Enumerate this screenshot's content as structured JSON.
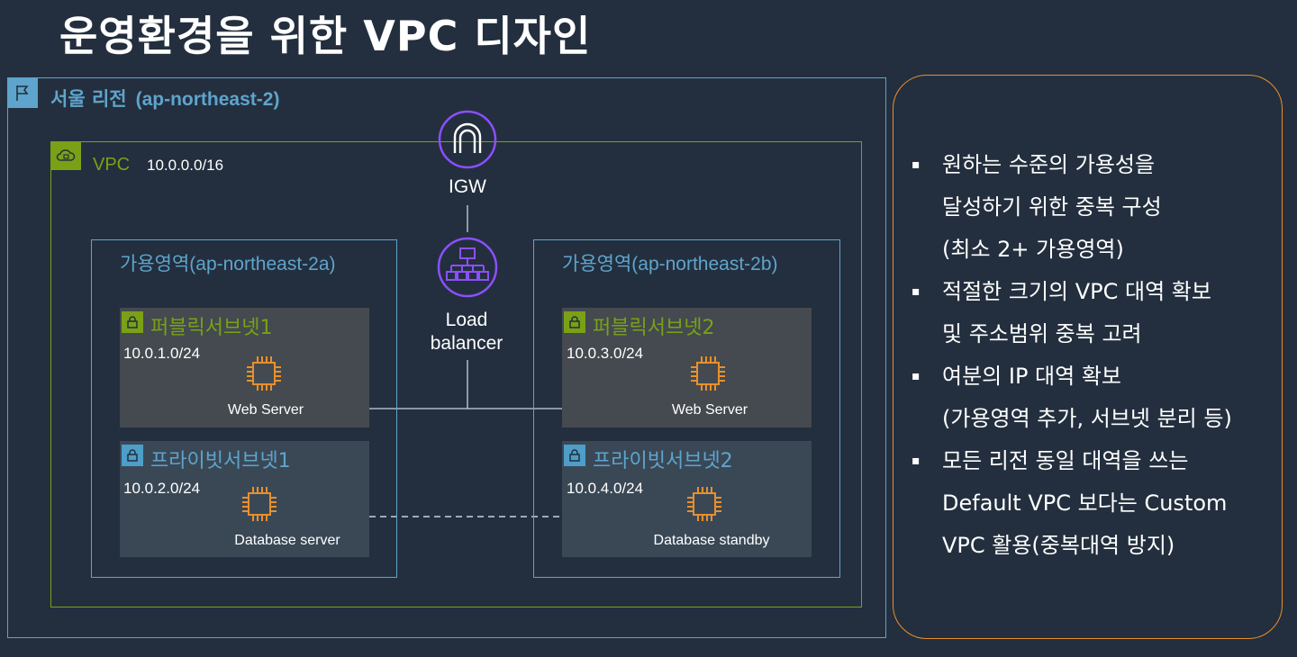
{
  "title": "운영환경을 위한 VPC 디자인",
  "region": {
    "name": "서울 리전",
    "code": "(ap-northeast-2)",
    "icon": "flag-icon"
  },
  "vpc": {
    "label": "VPC",
    "cidr": "10.0.0.0/16",
    "icon": "cloud-lock-icon"
  },
  "igw": {
    "label": "IGW",
    "icon": "internet-gateway-icon"
  },
  "load_balancer": {
    "line1": "Load",
    "line2": "balancer",
    "icon": "load-balancer-icon"
  },
  "zones": [
    {
      "name": "가용영역",
      "code": "(ap-northeast-2a)",
      "public_subnet": {
        "name": "퍼블릭서브넷1",
        "cidr": "10.0.1.0/24",
        "instance": "Web Server"
      },
      "private_subnet": {
        "name": "프라이빗서브넷1",
        "cidr": "10.0.2.0/24",
        "instance": "Database server"
      }
    },
    {
      "name": "가용영역",
      "code": "(ap-northeast-2b)",
      "public_subnet": {
        "name": "퍼블릭서브넷2",
        "cidr": "10.0.3.0/24",
        "instance": "Web Server"
      },
      "private_subnet": {
        "name": "프라이빗서브넷2",
        "cidr": "10.0.4.0/24",
        "instance": "Database standby"
      }
    }
  ],
  "notes": [
    [
      "원하는 수준의 가용성을",
      "달성하기 위한 중복 구성",
      "(최소 2+ 가용영역)"
    ],
    [
      "적절한 크기의 VPC 대역 확보",
      "및 주소범위 중복 고려"
    ],
    [
      "여분의 IP 대역 확보",
      "(가용영역 추가, 서브넷 분리 등)"
    ],
    [
      "모든 리전 동일 대역을 쓰는",
      "Default VPC 보다는 Custom",
      "VPC 활용(중복대역 방지)"
    ]
  ],
  "colors": {
    "background": "#232f3e",
    "region_border": "#5fa4cc",
    "vpc_border": "#7aa116",
    "notes_border": "#e8902c",
    "chip": "#e8902c",
    "network_icon": "#8c4fff"
  }
}
